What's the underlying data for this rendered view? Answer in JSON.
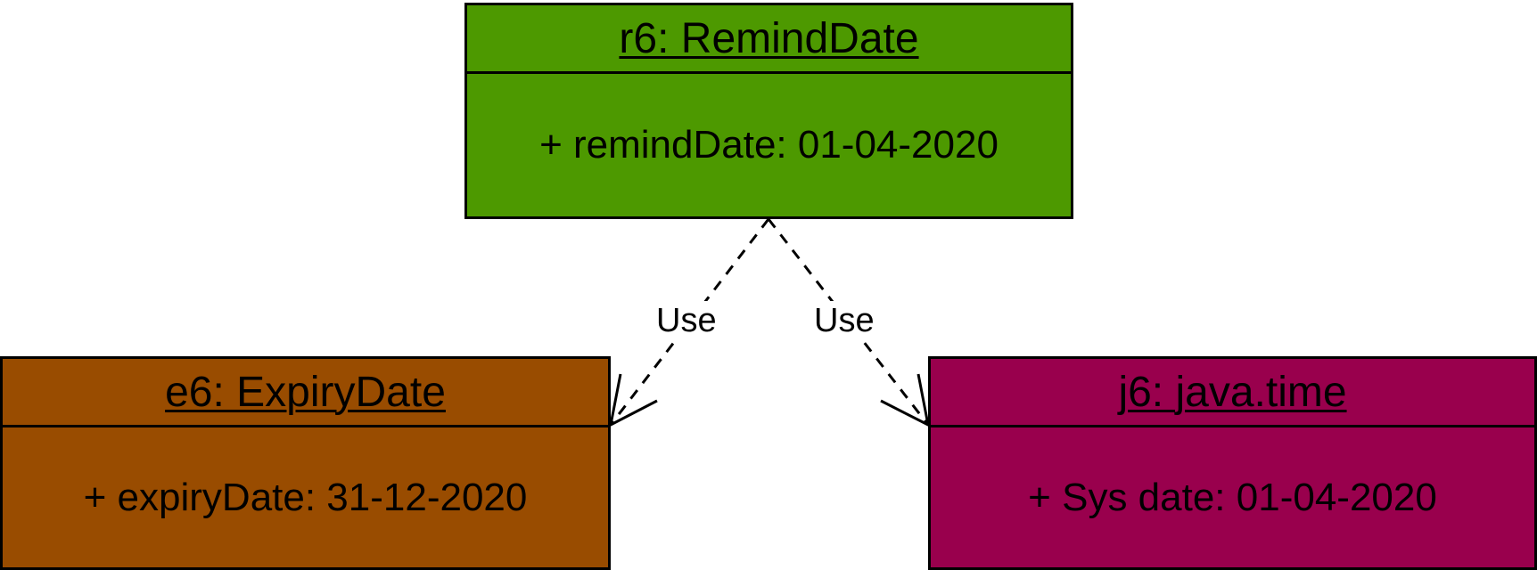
{
  "objects": {
    "remind": {
      "title": "r6: RemindDate",
      "attribute": "+ remindDate: 01-04-2020",
      "fill": "#4d9900"
    },
    "expiry": {
      "title": "e6: ExpiryDate",
      "attribute": "+ expiryDate: 31-12-2020",
      "fill": "#994c00"
    },
    "javatime": {
      "title": "j6: java.time",
      "attribute": "+ Sys date: 01-04-2020",
      "fill": "#99004d"
    }
  },
  "relations": [
    {
      "label": "Use",
      "from": "r6: RemindDate",
      "to": "e6: ExpiryDate",
      "style": "dashed-open-arrow"
    },
    {
      "label": "Use",
      "from": "r6: RemindDate",
      "to": "j6: java.time",
      "style": "dashed-open-arrow"
    }
  ]
}
